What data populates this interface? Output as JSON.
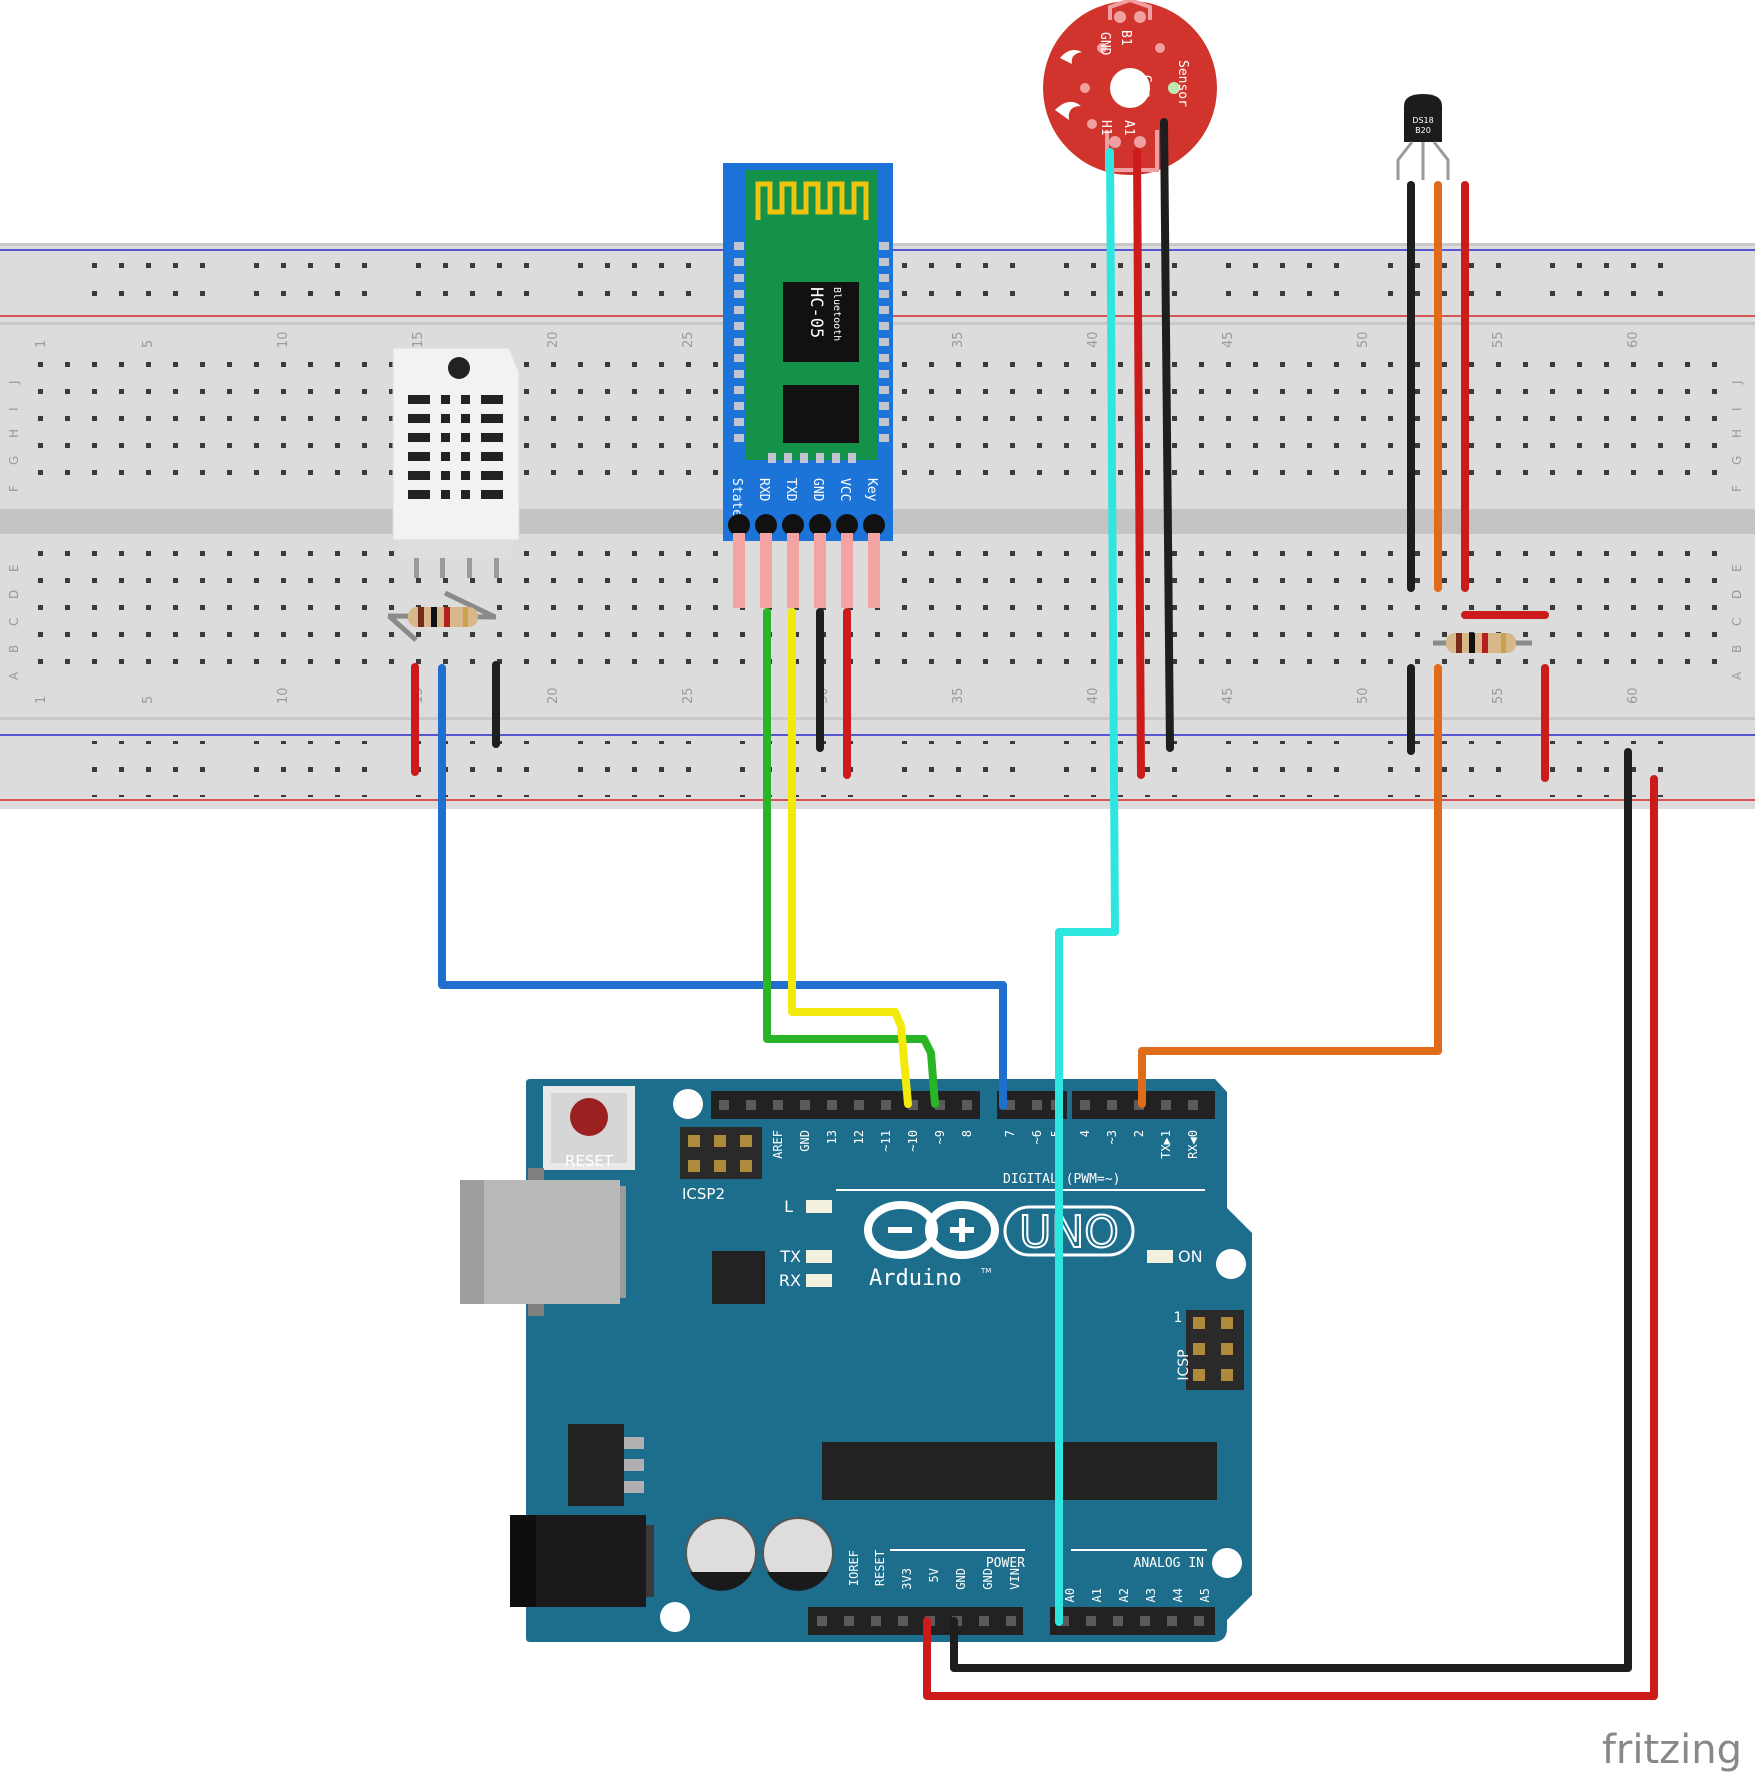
{
  "breadboard": {
    "row_letters_top": [
      "J",
      "I",
      "H",
      "G",
      "F"
    ],
    "row_letters_bottom": [
      "E",
      "D",
      "C",
      "B",
      "A"
    ],
    "column_numbers": [
      "1",
      "5",
      "10",
      "15",
      "20",
      "25",
      "30",
      "35",
      "40",
      "45",
      "50",
      "55",
      "60"
    ]
  },
  "hc05": {
    "title": "HC-05",
    "subtitle": "Bluetooth",
    "pins": [
      "State",
      "RXD",
      "TXD",
      "GND",
      "VCC",
      "Key"
    ]
  },
  "gas_sensor": {
    "labels": [
      "B1",
      "GND",
      "Gas",
      "Sensor",
      "H1",
      "A1"
    ]
  },
  "ds18b20": {
    "line1": "DS18",
    "line2": "B20"
  },
  "arduino": {
    "reset_label": "RESET",
    "icsp2_label": "ICSP2",
    "icsp_label": "ICSP",
    "icsp_pin1": "1",
    "led_l": "L",
    "led_tx": "TX",
    "led_rx": "RX",
    "on_label": "ON",
    "logo_text": "UNO",
    "brand": "Arduino",
    "tm": "TM",
    "digital_header": "DIGITAL (PWM=~)",
    "digital_pins": [
      "AREF",
      "GND",
      "13",
      "12",
      "~11",
      "~10",
      "~9",
      "8",
      "7",
      "~6",
      "~5",
      "4",
      "~3",
      "2",
      "TX▶1",
      "RX◀0"
    ],
    "power_header": "POWER",
    "power_pins": [
      "IOREF",
      "RESET",
      "3V3",
      "5V",
      "GND",
      "GND",
      "VIN"
    ],
    "analog_header": "ANALOG IN",
    "analog_pins": [
      "A0",
      "A1",
      "A2",
      "A3",
      "A4",
      "A5"
    ]
  },
  "watermark": "fritzing",
  "colors": {
    "board_blue": "#1d6d8c",
    "wire_blue": "#1f6fce",
    "wire_green": "#29b526",
    "wire_yellow": "#f1ea0c",
    "wire_cyan": "#2ee6e0",
    "wire_red": "#cc1b1b",
    "wire_black": "#1e1e1e",
    "wire_orange": "#e06b18",
    "sensor_red": "#d0342c"
  }
}
